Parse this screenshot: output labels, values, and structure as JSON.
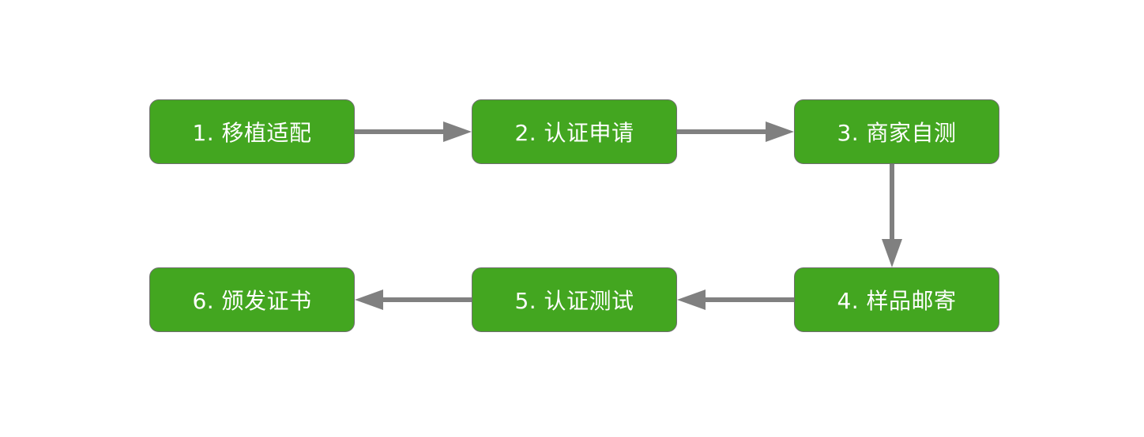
{
  "diagram": {
    "colors": {
      "node_fill": "#43a620",
      "node_border": "#6f6f6f",
      "node_text": "#ffffff",
      "edge": "#808080"
    },
    "nodes": [
      {
        "id": "n1",
        "label": "1. 移植适配"
      },
      {
        "id": "n2",
        "label": "2. 认证申请"
      },
      {
        "id": "n3",
        "label": "3. 商家自测"
      },
      {
        "id": "n4",
        "label": "4. 样品邮寄"
      },
      {
        "id": "n5",
        "label": "5. 认证测试"
      },
      {
        "id": "n6",
        "label": "6. 颁发证书"
      }
    ],
    "edges": [
      {
        "from": "n1",
        "to": "n2"
      },
      {
        "from": "n2",
        "to": "n3"
      },
      {
        "from": "n3",
        "to": "n4"
      },
      {
        "from": "n4",
        "to": "n5"
      },
      {
        "from": "n5",
        "to": "n6"
      }
    ]
  }
}
